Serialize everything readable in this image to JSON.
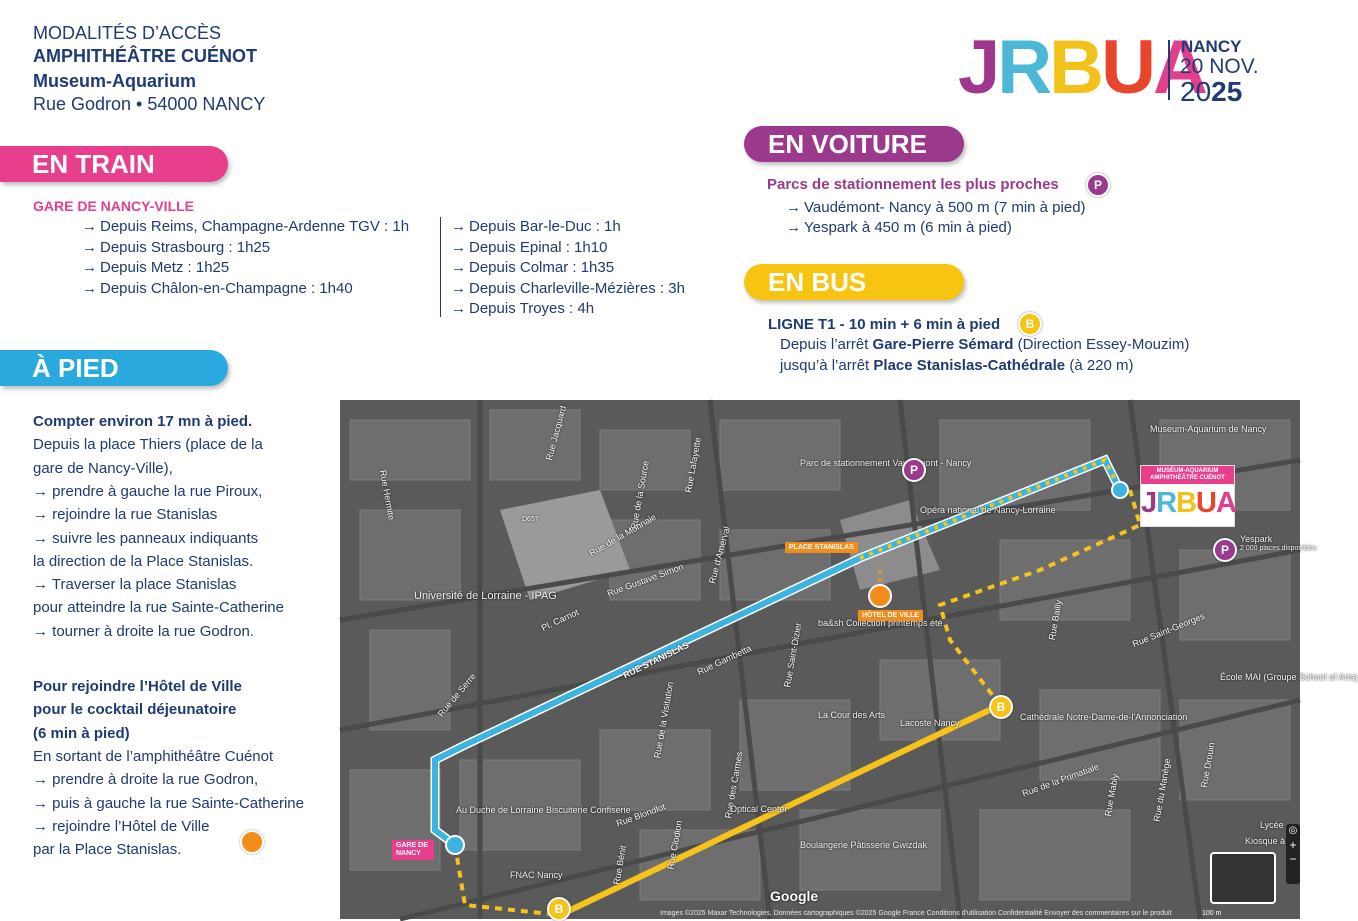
{
  "header": {
    "line1": "MODALITÉS D’ACCÈS",
    "line2": "AMPHITHÉÂTRE CUÉNOT",
    "line3": "Museum-Aquarium",
    "line4": "Rue Godron • 54000 NANCY"
  },
  "logo": {
    "word": "JRBUA",
    "city": "NANCY",
    "date": "20 NOV.",
    "year_prefix": "20",
    "year_suffix": "25",
    "letter_colors": [
      "#a0378f",
      "#4bb8d8",
      "#f2c21b",
      "#e8462c",
      "#e23e8e"
    ]
  },
  "colors": {
    "navy": "#1f3b73",
    "pink": "#e83f8d",
    "purple": "#9b3a8c",
    "yellow": "#f7c411",
    "cyan": "#2aa9de",
    "orange": "#f28c1b",
    "route_blue": "#3bb4e0",
    "route_yellow": "#f6c31a"
  },
  "train": {
    "title": "EN TRAIN",
    "station": "GARE DE NANCY-VILLE",
    "col1": [
      "Depuis Reims, Champagne-Ardenne TGV : 1h",
      "Depuis Strasbourg : 1h25",
      "Depuis Metz : 1h25",
      "Depuis Châlon-en-Champagne : 1h40"
    ],
    "col2": [
      "Depuis Bar-le-Duc : 1h",
      "Depuis Epinal : 1h10",
      "Depuis Colmar : 1h35",
      "Depuis Charleville-Mézières : 3h",
      "Depuis Troyes : 4h"
    ],
    "arrow": "→"
  },
  "car": {
    "title": "EN VOITURE",
    "heading": "Parcs de stationnement les plus proches",
    "badge": "P",
    "items": [
      "Vaudémont- Nancy à 500 m (7 min à pied)",
      "Yespark à 450 m (6 min à pied)"
    ]
  },
  "bus": {
    "title": "EN BUS",
    "heading_bold": "LIGNE T1",
    "heading_rest": " - 10 min + 6 min à pied",
    "badge": "B",
    "line1_a": "Depuis l’arrêt ",
    "line1_b": "Gare-Pierre Sémard",
    "line1_c": " (Direction Essey-Mouzim)",
    "line2_a": "jusqu’à l’arrêt ",
    "line2_b": "Place Stanislas-Cathédrale",
    "line2_c": " (à 220 m)"
  },
  "walk": {
    "title": "À PIED",
    "lines": [
      {
        "text": "Compter environ 17 mn à pied.",
        "bold": true
      },
      {
        "text": "Depuis la place Thiers (place de la",
        "bold": false
      },
      {
        "text": "gare de Nancy-Ville),",
        "bold": false
      },
      {
        "text": "→ prendre à gauche la rue Piroux,",
        "bold": false
      },
      {
        "text": "→ rejoindre la rue Stanislas",
        "bold": false
      },
      {
        "text": "→ suivre les panneaux indiquants",
        "bold": false
      },
      {
        "text": "la direction de la Place Stanislas.",
        "bold": false
      },
      {
        "text": "→ Traverser la place Stanislas",
        "bold": false
      },
      {
        "text": "pour atteindre la rue Sainte-Catherine",
        "bold": false
      },
      {
        "text": "→ tourner à droite la rue Godron.",
        "bold": false
      }
    ],
    "lines2": [
      {
        "text": "Pour rejoindre l’Hôtel de Ville",
        "bold": true
      },
      {
        "text": "pour le cocktail déjeunatoire",
        "bold": true
      },
      {
        "text": "(6 min à pied)",
        "bold": true
      },
      {
        "text": "En sortant de l’amphithéâtre Cuénot",
        "bold": false
      },
      {
        "text": "→ prendre à droite la rue Godron,",
        "bold": false
      },
      {
        "text": "→ puis à gauche la rue Sainte-Catherine",
        "bold": false
      },
      {
        "text": "→ rejoindre l’Hôtel de Ville",
        "bold": false
      },
      {
        "text": "par la Place Stanislas.",
        "bold": false
      }
    ]
  },
  "map": {
    "streets": [
      "Rue Hermite",
      "Rue Jacquard",
      "Rue de la Source",
      "Rue Lafayette",
      "Rue de la Monnaie",
      "Rue Gustave Simon",
      "Rue d'Amerval",
      "Pl. Carnot",
      "Rue de Serre",
      "RUE STANISLAS",
      "Rue Gambetta",
      "Rue Saint-Dizier",
      "Rue de la Visitation",
      "Rue des Carmes",
      "Rue Blondlot",
      "Rue Bénit",
      "Rue Saint-Georges",
      "Rue Bailly",
      "Rue de la Primatiale",
      "Rue Mably",
      "Rue du Manège",
      "Rue Drouin",
      "Rue Clodion",
      "D657"
    ],
    "pois": [
      "Museum-Aquarium de Nancy",
      "Parc de stationnement Vaudémont - Nancy",
      "Opéra national de Nancy-Lorraine",
      "Université de Lorraine - IPAG",
      "ba&sh Collection printemps été",
      "La Cour des Arts",
      "Lacoste Nancy",
      "Cathédrale Notre-Dame-de-l'Annonciation",
      "École MAI (Groupe School of Arts)",
      "Yespark",
      "2 000 places disponibles",
      "Au Duché de Lorraine Biscuiterie Confiserie",
      "FNAC Nancy",
      "Optical Center",
      "Boulangerie Pâtisserie Gwizdak",
      "Lycée",
      "Kiosque à"
    ],
    "tags": {
      "stanislas": "PLACE STANISLAS",
      "hotel": "HÔTEL DE VILLE",
      "gare": "GARE DE NANCY",
      "museum": "MUSÉUM-AQUARIUM AMPHITHÉÂTRE CUÉNOT"
    },
    "google": "Google",
    "footer": "Images ©2025 Maxar Technologies, Données cartographiques ©2025 Google    France    Conditions d'utilisation    Confidentialité    Envoyer des commentaires sur le produit",
    "scale": "100 m",
    "markers": {
      "parking": "P",
      "bus": "B"
    }
  }
}
